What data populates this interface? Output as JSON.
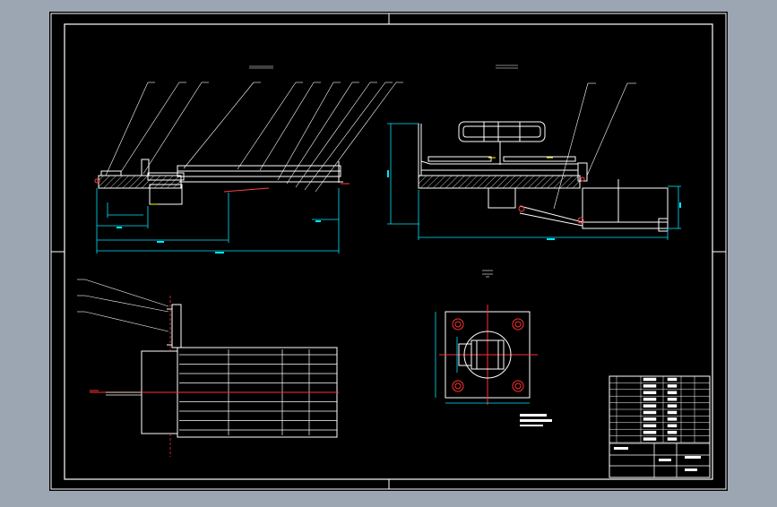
{
  "viewer": {
    "background": "#9ca6b2",
    "paper": "#000000"
  },
  "colors": {
    "outline": "#ffffff",
    "dimension": "#00e5ff",
    "leader": "#ffffff",
    "centerline": "#ff2020",
    "hidden": "#ff3030",
    "hatch": "#bbbbbb",
    "mark": "#ffff00"
  },
  "drawing": {
    "views": [
      "front-view",
      "side-view",
      "top-view",
      "detail-view"
    ],
    "balloon_count_front": 11,
    "balloon_count_side": 2,
    "balloon_count_plan": 3,
    "bom_rows": 10
  }
}
